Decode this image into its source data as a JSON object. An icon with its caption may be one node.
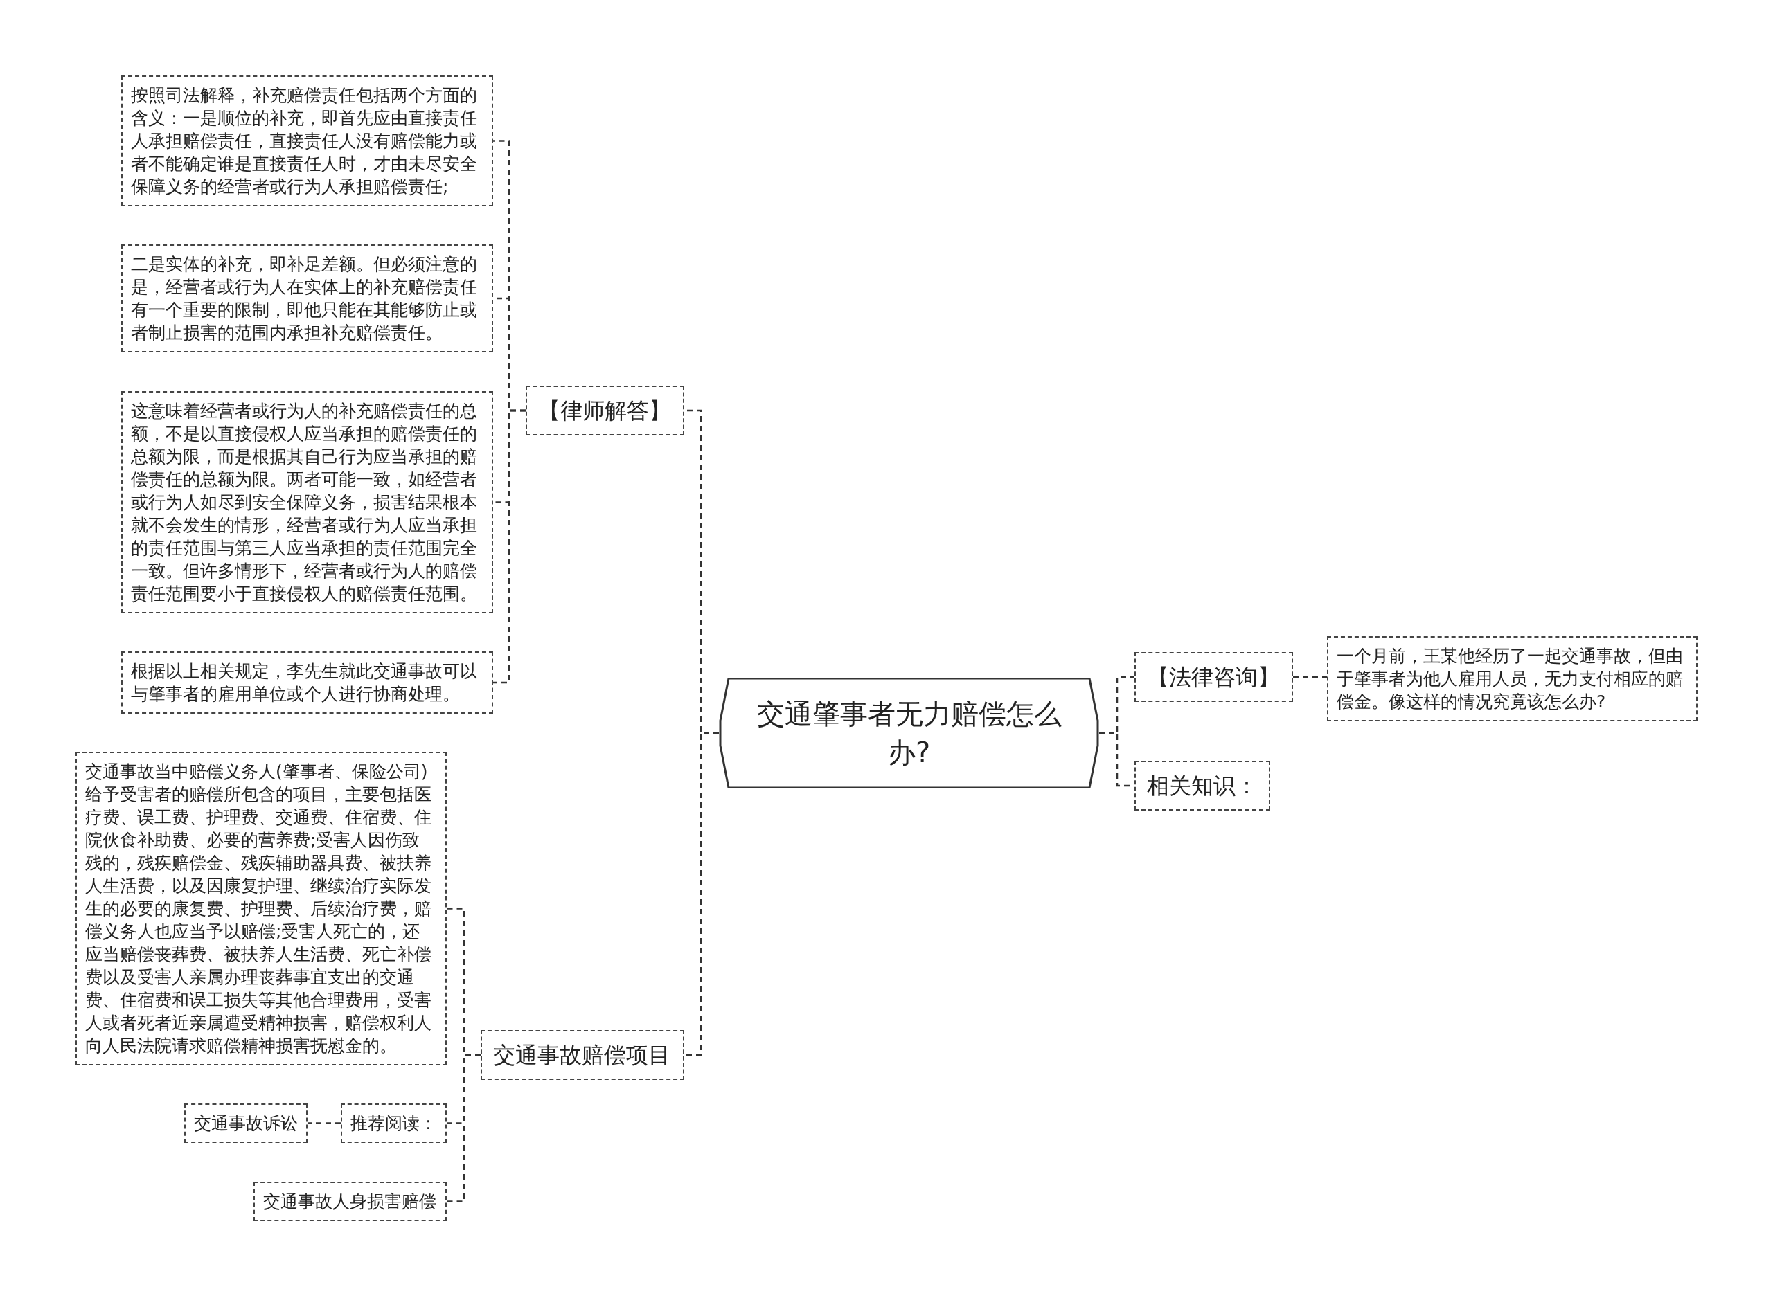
{
  "diagram": {
    "nodes": [
      {
        "text": [
          "交通肇事者无力赔偿怎么办?"
        ]
      },
      {
        "text": [
          "【律师解答】"
        ]
      },
      {
        "text": [
          "按照司法解释，补充赔偿责任包括两个方面的含义：一是顺位的补充，即首先应由直接责任人承担赔偿责任，直接责任人没有赔偿能力或者不能确定谁是直接责任人时，才由未尽安全保障义务的经营者或行为人承担赔偿责任;"
        ]
      },
      {
        "text": [
          "二是实体的补充，即补足差额。但必须注意的是，经营者或行为人在实体上的补充赔偿责任有一个重要的限制，即他只能在其能够防止或者制止损害的范围内承担补充赔偿责任。"
        ]
      },
      {
        "text": [
          "这意味着经营者或行为人的补充赔偿责任的总额，不是以直接侵权人应当承担的赔偿责任的总额为限，而是根据其自己行为应当承担的赔偿责任的总额为限。两者可能一致，如经营者或行为人如尽到安全保障义务，损害结果根本就不会发生的情形，经营者或行为人应当承担的责任范围与第三人应当承担的责任范围完全一致。但许多情形下，经营者或行为人的赔偿责任范围要小于直接侵权人的赔偿责任范围。"
        ]
      },
      {
        "text": [
          "根据以上相关规定，李先生就此交通事故可以与肇事者的雇用单位或个人进行协商处理。"
        ]
      },
      {
        "text": [
          "交通事故赔偿项目"
        ]
      },
      {
        "text": [
          "交通事故当中赔偿义务人(肇事者、保险公司)给予受害者的赔偿所包含的项目，主要包括医疗费、误工费、护理费、交通费、住宿费、住院伙食补助费、必要的营养费;受害人因伤致残的，残疾赔偿金、残疾辅助器具费、被扶养人生活费，以及因康复护理、继续治疗实际发生的必要的康复费、护理费、后续治疗费，赔偿义务人也应当予以赔偿;受害人死亡的，还应当赔偿丧葬费、被扶养人生活费、死亡补偿费以及受害人亲属办理丧葬事宜支出的交通费、住宿费和误工损失等其他合理费用，受害人或者死者近亲属遭受精神损害，赔偿权利人向人民法院请求赔偿精神损害抚慰金的。"
        ]
      },
      {
        "text": [
          "推荐阅读："
        ]
      },
      {
        "text": [
          "交通事故诉讼"
        ]
      },
      {
        "text": [
          "交通事故人身损害赔偿"
        ]
      },
      {
        "text": [
          "【法律咨询】"
        ]
      },
      {
        "text": [
          "一个月前，王某他经历了一起交通事故，但由于肇事者为他人雇用人员，无力支付相应的赔偿金。像这样的情况究竟该怎么办?"
        ]
      },
      {
        "text": [
          "相关知识："
        ]
      }
    ],
    "edges": [
      {
        "from": 0,
        "to": 1,
        "arrow": "none"
      },
      {
        "from": 1,
        "to": 2,
        "arrow": "none"
      },
      {
        "from": 1,
        "to": 3,
        "arrow": "none"
      },
      {
        "from": 1,
        "to": 4,
        "arrow": "none"
      },
      {
        "from": 1,
        "to": 5,
        "arrow": "none"
      },
      {
        "from": 0,
        "to": 6,
        "arrow": "none"
      },
      {
        "from": 6,
        "to": 7,
        "arrow": "none"
      },
      {
        "from": 6,
        "to": 8,
        "arrow": "none"
      },
      {
        "from": 6,
        "to": 10,
        "arrow": "none"
      },
      {
        "from": 8,
        "to": 9,
        "arrow": "none"
      },
      {
        "from": 0,
        "to": 11,
        "arrow": "none"
      },
      {
        "from": 11,
        "to": 12,
        "arrow": "none"
      },
      {
        "from": 0,
        "to": 13,
        "arrow": "none"
      }
    ]
  }
}
